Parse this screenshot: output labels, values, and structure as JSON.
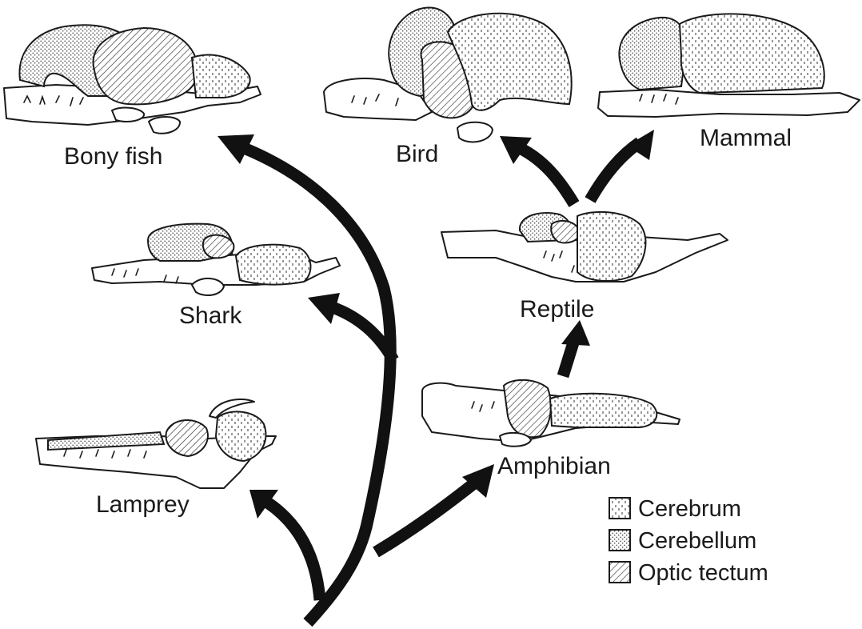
{
  "labels": {
    "bony_fish": "Bony fish",
    "bird": "Bird",
    "mammal": "Mammal",
    "shark": "Shark",
    "reptile": "Reptile",
    "amphibian": "Amphibian",
    "lamprey": "Lamprey"
  },
  "legend": [
    {
      "label": "Cerebrum",
      "pattern": "vertical-dashes"
    },
    {
      "label": "Cerebellum",
      "pattern": "dots"
    },
    {
      "label": "Optic tectum",
      "pattern": "diagonal-hatch"
    }
  ],
  "colors": {
    "ink": "#111111",
    "background": "#ffffff"
  }
}
